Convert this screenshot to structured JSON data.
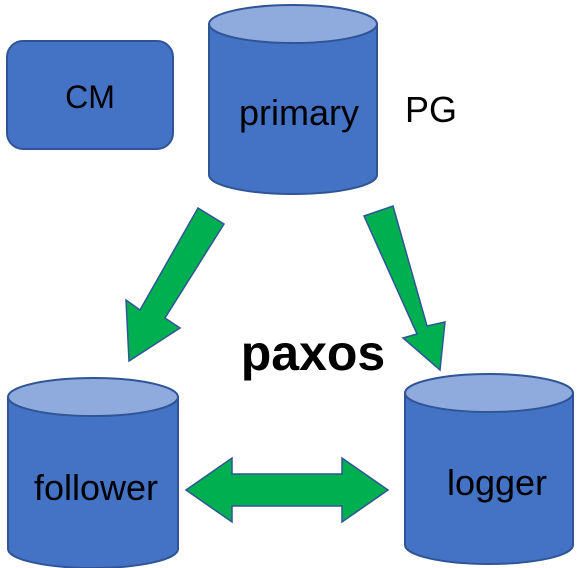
{
  "nodes": {
    "cm": {
      "label": "CM"
    },
    "primary": {
      "label": "primary"
    },
    "follower": {
      "label": "follower"
    },
    "logger": {
      "label": "logger"
    }
  },
  "annotations": {
    "pg": "PG",
    "paxos": "paxos"
  },
  "colors": {
    "node_fill": "#4472c4",
    "node_top": "#8faadc",
    "node_stroke": "#2f5597",
    "arrow_fill": "#00b050",
    "arrow_stroke": "#2f5597"
  }
}
